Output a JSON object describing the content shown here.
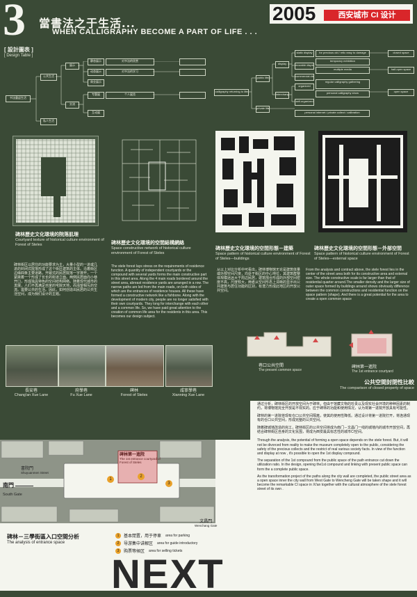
{
  "header": {
    "number": "3",
    "title_cn": "當書法之于生活...",
    "title_en": "WHEN CALLIGRAPHY BECOME A PART OF LIFE . . .",
    "year": "2005",
    "brand": "西安城市 CI 设计"
  },
  "design_table": {
    "label_cn": "[ 設計圖表 ]",
    "label_en": "[ Design Table ]",
    "left_boxes": [
      "书法重返生活",
      "公共生活",
      "私人生活",
      "展示",
      "交流",
      "静态展示",
      "动态展示",
      "商业展示",
      "专题展",
      "互动展",
      "个人",
      "对书法的欣赏",
      "对书法的学习",
      "个人展览"
    ],
    "right_boxes": [
      "calligraphy returning to life",
      "public life",
      "private life",
      "display",
      "interchange",
      "static display",
      "movable display",
      "commercial display",
      "organized",
      "self-organized",
      "for precious old / relic easy to damage",
      "temporary exhibition",
      "multiple media",
      "regular calligraphy gathering",
      "personal calligraphy show",
      "personal internet / private collect / calibration",
      "closed space",
      "half-open space",
      "open space"
    ]
  },
  "maps": [
    {
      "cn": "碑林歷史文化環境的院落肌理",
      "en": "Courtyard texture of historical culture environment of Forest of Steles"
    },
    {
      "cn": "碑林歷史文化環境的空間結構網絡",
      "en": "Space constructive network of historical culture environment of Forest of Steles"
    },
    {
      "cn": "碑林歷史文化環境的空間形態－建築",
      "en": "Space pattern of historical culture environment of Forest of Steles—buildings"
    },
    {
      "cn": "碑林歷史文化環境的空間形態－外部空間",
      "en": "Space pattern of historical culture environment of Forest of Steles—external space"
    }
  ],
  "texts": {
    "p1": "碑林街区以居住的功能要求为主，大量小型的一进或几进的封闭式院落形成了这个街区建筑的主体。沿着街区边缘四条主要道路，开敞式的民居院落一字排开，一个紧挨着一个形成了长长的街道立面。两侧民居面向小巷开口，形成独具特色的空间结构网络。随着现代城市的发展，人们不再满足自家的宅院天地，而渴望相互的交流。需要公共的生活。因此，如何创造出民居的公共生活空间，成为我们设计的主题。",
    "p2": "The stele forest lays stress on the requirements of residence function. A quantity of independent courtyards or the compound with several yards forms the main constructive part in this street area. Along the 4 main roads bordered around the street area, abreast residence yards are arranged in a row. The narrow paths are led from the main roads, on both sides of which are the entrances of residence houses. All these have formed a constructive network like a fishbone. Along with the development of modern city, people are no longer satisfied with their own courtyards. They long for interchange with each other and a common life. So, we have paid great attention to the creation of common life area for the residents in this area. This becomes our design subject.",
    "p3": "从以上对比分析中可看出，碑林博物馆无论是建筑体量或外部空间尺度，均处于街区的中心地位，其建筑群整体规模远远大于周边民居，建筑围合形成的外部空间密度不高，尺度较大，两者从空间形态上清晰的显示出公共建筑与居住功能的区别，有潜力形成此地区的开放公共空间。",
    "p4": "From the analysis and contract above, the stele forest lies in the center of the street area both for its constructive area and external size. The whole constructive scale is far larger than that of residential quarter around.The smaller density and the larger size of outer space formed by buildings around shows obviously difference between the common constructions and residential function on the space pattern (shape). And there is a great potential for the area to create a open common space"
  },
  "compare": {
    "left_cn": "巷口公共空間",
    "left_en": "The present common space",
    "right_cn": "碑林第一進院",
    "right_en": "The 1st entrance courtyard",
    "title_cn": "公共空間封閉性比較",
    "title_en": "The comparison of closed property of space"
  },
  "photos": [
    {
      "cn": "長安巷",
      "en": "Chang'an Xue Lane"
    },
    {
      "cn": "府學巷",
      "en": "Fu Xue Lane"
    },
    {
      "cn": "碑林",
      "en": "Forest of Steles"
    },
    {
      "cn": "咸寧學巷",
      "en": "Xianning Xue Lane"
    }
  ],
  "plan": {
    "entrance_cn": "碑林第一進院",
    "entrance_en": "The 1st entrance courtyard of Forest of Steles",
    "shuyuan_cn": "書院門",
    "shuyuan_en": "Shuyuanmen Street",
    "nanmen_cn": "南門",
    "nanmen_en": "South Gate",
    "wenchang_cn": "文昌門",
    "wenchang_en": "Wenchang Gate",
    "title_cn": "碑林－三學街區入口空間分析",
    "title_en": "The analysis of entrance space",
    "legend": [
      {
        "num": "1",
        "cn": "基本閒置，用于停車",
        "en": "area for parking"
      },
      {
        "num": "2",
        "cn": "导游集中讲解区",
        "en": "area for guide introductory"
      },
      {
        "num": "3",
        "cn": "购票等候区",
        "en": "area for selling tickets"
      }
    ]
  },
  "right_texts": {
    "c1": "通过分析，碑林街区的开放空间为于碑林，但由于馆藏文物的珍贵以及现实社会环境的种种因素的制约，将博物馆完全开放是不现实的。应于碑林的功能和使用情况，认为将第一进院开放具有可能性。",
    "c2": "碑林的第一进院将现有仓口公共空间隔离，使其的使用性降低。通过设计将第一进院打开，将连通现有的仓口公共空间，形成完整的公共空间。",
    "c3": "随着碑城墙改造的完工，碑林街区的公共空间将成为南门－文昌门一线的城墙内的城市开放空间，再结合碑林街区自身的文化氛围，将成为西安最具标志性的城市CI空间。",
    "e1": "Through the analysis, the potential of forming a open space depends on the stele forest. But, it will not be divorced from reality to make the museum completely open to the public, considering the safety of the precious collects and the restrict of real various society facts. In view of the function and display at now , it's possible to open the 1st display compound.",
    "e2": "The separation of the 1st compound from the public space of the path entrance cut down the utilization ratio. In the design, opening the1st compound and linking with present public space can form the a complete public space.",
    "e3": "As the transformation project of the paths along the city wall are completed, the public street area as a open space inner the city wall from West Gate to Wencheng Gate will be taken shape and it will become the remarkable CI space in Xi'an together with the cultural atmosphere of the stele forest street of its own ."
  },
  "footer": {
    "next": "NEXT"
  }
}
